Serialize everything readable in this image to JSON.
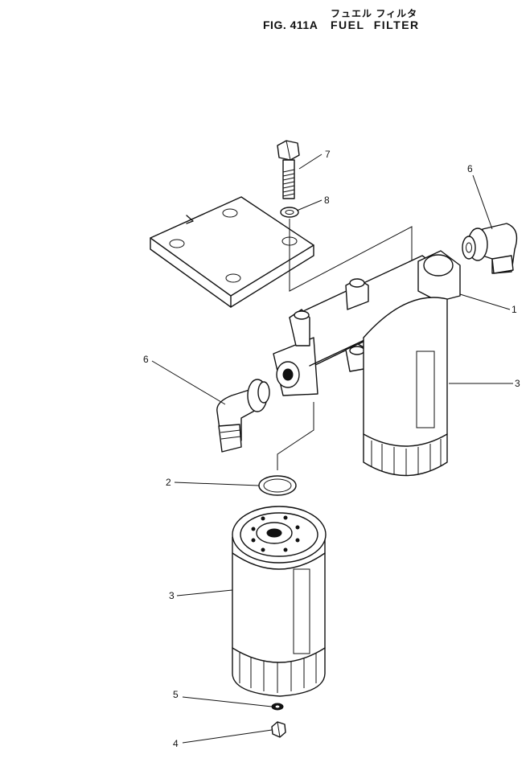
{
  "header": {
    "title_japanese": "フュエル フィルタ",
    "figure_number": "FIG. 411A",
    "title": "FUEL FILTER"
  },
  "callouts": {
    "c1": "1",
    "c2": "2",
    "c3_upper": "3",
    "c3_lower": "3",
    "c4": "4",
    "c5": "5",
    "c6_right": "6",
    "c6_left": "6",
    "c7": "7",
    "c8": "8"
  }
}
